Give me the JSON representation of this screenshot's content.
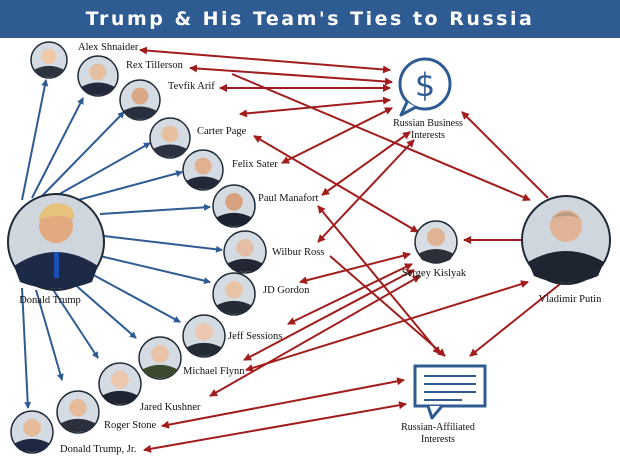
{
  "banner": {
    "title": "Trump & His Team's Ties to Russia"
  },
  "colors": {
    "banner_bg": "#2f5b93",
    "blue_arrow": "#2f5b93",
    "red_arrow": "#a11d1d"
  },
  "hubs": {
    "business": {
      "line1": "Russian Business",
      "line2": "Interests",
      "icon": "dollar-speech-bubble-icon"
    },
    "affiliated": {
      "line1": "Russian-Affiliated",
      "line2": "Interests",
      "icon": "document-speech-bubble-icon"
    }
  },
  "center_people": {
    "trump": "Donald Trump",
    "putin": "Vladimir Putin",
    "kislyak": "Sergey Kislyak"
  },
  "associates": [
    {
      "id": "shnaider",
      "name": "Alex Shnaider"
    },
    {
      "id": "tillerson",
      "name": "Rex Tillerson"
    },
    {
      "id": "arif",
      "name": "Tevfik Arif"
    },
    {
      "id": "page",
      "name": "Carter Page"
    },
    {
      "id": "sater",
      "name": "Felix Sater"
    },
    {
      "id": "manafort",
      "name": "Paul Manafort"
    },
    {
      "id": "ross",
      "name": "Wilbur Ross"
    },
    {
      "id": "gordon",
      "name": "JD Gordon"
    },
    {
      "id": "sessions",
      "name": "Jeff Sessions"
    },
    {
      "id": "flynn",
      "name": "Michael Flynn"
    },
    {
      "id": "kushner",
      "name": "Jared Kushner"
    },
    {
      "id": "stone",
      "name": "Roger Stone"
    },
    {
      "id": "trumpjr",
      "name": "Donald Trump, Jr."
    }
  ]
}
